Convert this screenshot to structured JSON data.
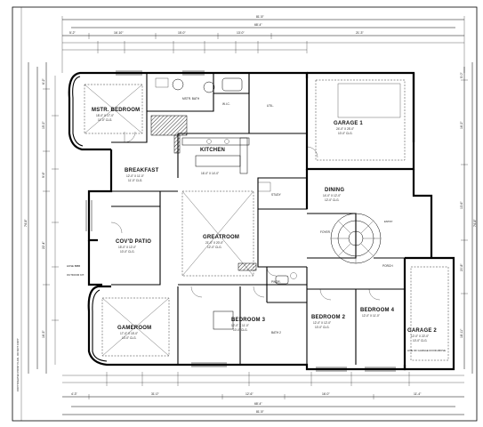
{
  "border_note": "COPYRIGHTED PRINT PLAN - DO NOT COPY",
  "dimensions": {
    "top_overall": "81'-5\"",
    "top_second": "68'-4\"",
    "top_segments": [
      "5'-2\"",
      "16'-10\"",
      "15'-0\"",
      "13'-0\"",
      "21'-3\""
    ],
    "bottom_overall": "81'-5\"",
    "bottom_second": "68'-4\"",
    "bottom_segments": [
      "4'-3\"",
      "31'-0\"",
      "12'-6\"",
      "16'-0\"",
      "11'-4\""
    ],
    "left_overall": "74'-8\"",
    "right_overall": "74'-8\"",
    "left_segments": [
      "6'-2\"",
      "15'-2\"",
      "9'-6\"",
      "22'-4\"",
      "16'-3\""
    ],
    "right_segments": [
      "5'-0\"",
      "16'-2\"",
      "13'-6\"",
      "20'-8\"",
      "18'-11\""
    ]
  },
  "rooms": {
    "master_bedroom": {
      "name": "MSTR. BEDROOM",
      "size": "18'-0\" X 17'-0\"",
      "ceiling": "11'-0\" CLG."
    },
    "garage_1": {
      "name": "GARAGE 1",
      "size": "24'-0\" X 25'-0\"",
      "ceiling": "10'-0\" CLG."
    },
    "breakfast": {
      "name": "BREAKFAST",
      "size": "12'-0\" X 11'-0\"",
      "ceiling": "11'-0\" CLG."
    },
    "kitchen": {
      "name": "KITCHEN",
      "size": "16'-0\" X 14'-0\""
    },
    "dining": {
      "name": "DINING",
      "size": "14'-0\" X 12'-0\"",
      "ceiling": "12'-0\" CLG."
    },
    "covd_patio": {
      "name": "COV'D PATIO",
      "size": "15'-0\" X 12'-0\"",
      "ceiling": "10'-0\" CLG."
    },
    "greatroom": {
      "name": "GREATROOM",
      "size": "21'-0\" X 20'-0\"",
      "ceiling": "12'-0\" CLG."
    },
    "gameroom": {
      "name": "GAMEROOM",
      "size": "17'-0\" X 15'-0\"",
      "ceiling": "10'-0\" CLG."
    },
    "bedroom_3": {
      "name": "BEDROOM 3",
      "size": "12'-0\" X 11'-0\"",
      "ceiling": "10'-0\" CLG."
    },
    "bedroom_2": {
      "name": "BEDROOM 2",
      "size": "12'-0\" X 12'-0\"",
      "ceiling": "10'-0\" CLG."
    },
    "bedroom_4": {
      "name": "BEDROOM 4",
      "size": "12'-0\" X 11'-0\""
    },
    "garage_2": {
      "name": "GARAGE 2",
      "size": "12'-0\" X 22'-0\"",
      "ceiling": "10'-0\" CLG."
    },
    "foyer": {
      "name": "FOYER"
    },
    "study": {
      "name": "STUDY"
    },
    "mstr_bath": {
      "name": "MSTR. BATH"
    },
    "wic": {
      "name": "W.I.C."
    },
    "util": {
      "name": "UTIL."
    },
    "bath_2": {
      "name": "BATH 2"
    },
    "porch": {
      "name": "PORCH"
    },
    "pwdr": {
      "name": "PWDR."
    }
  },
  "notes": {
    "patio_note": "HOSE BIBB",
    "garage_note": "LINE OF GARAGE DOOR ABOVE",
    "entry_note": "ENTRY",
    "outdoor_note": "OUTDOOR KIT."
  }
}
